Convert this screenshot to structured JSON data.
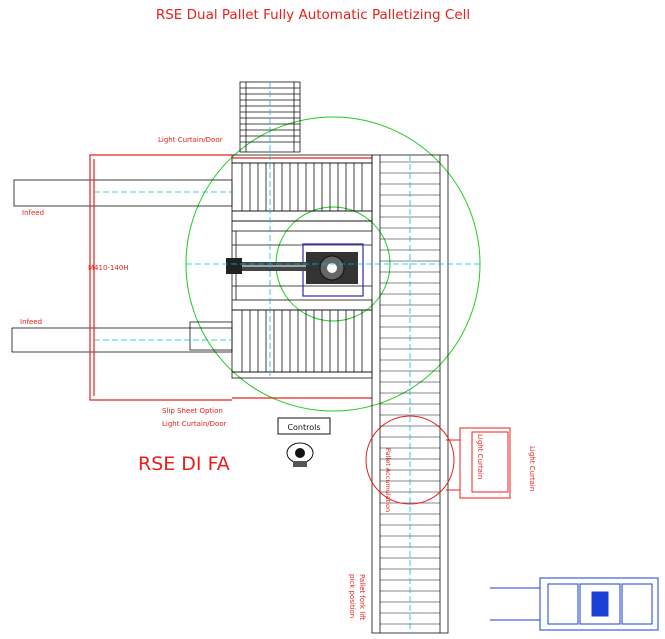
{
  "title": "RSE Dual Pallet Fully Automatic Palletizing Cell",
  "labels": {
    "light_curtain_door_top": "Light Curtain/Door",
    "infeed_top": "Infeed",
    "infeed_bottom": "Infeed",
    "robot_model": "M410-140H",
    "slip_sheet": "Slip Sheet Option",
    "light_curtain_door_bottom": "Light Curtain/Door",
    "controls": "Controls",
    "cell_name": "RSE DI FA",
    "light_curtain_right": "Light Curtain",
    "light_curtain_box": "Light Curtain",
    "pallet_accumulation": "Pallet Accumulation",
    "pallet_fork_lift_1": "Pallet fork lift",
    "pallet_fork_lift_2": "pick position"
  },
  "colors": {
    "label": "#e8201c",
    "reach_circle": "#22cc22",
    "centerline": "#00bcd4",
    "robot_base": "#2a2aa8",
    "outline": "#111111",
    "forklift": "#1a3fd6"
  },
  "icons": [
    "operator-icon",
    "forklift-icon",
    "robot-icon"
  ]
}
